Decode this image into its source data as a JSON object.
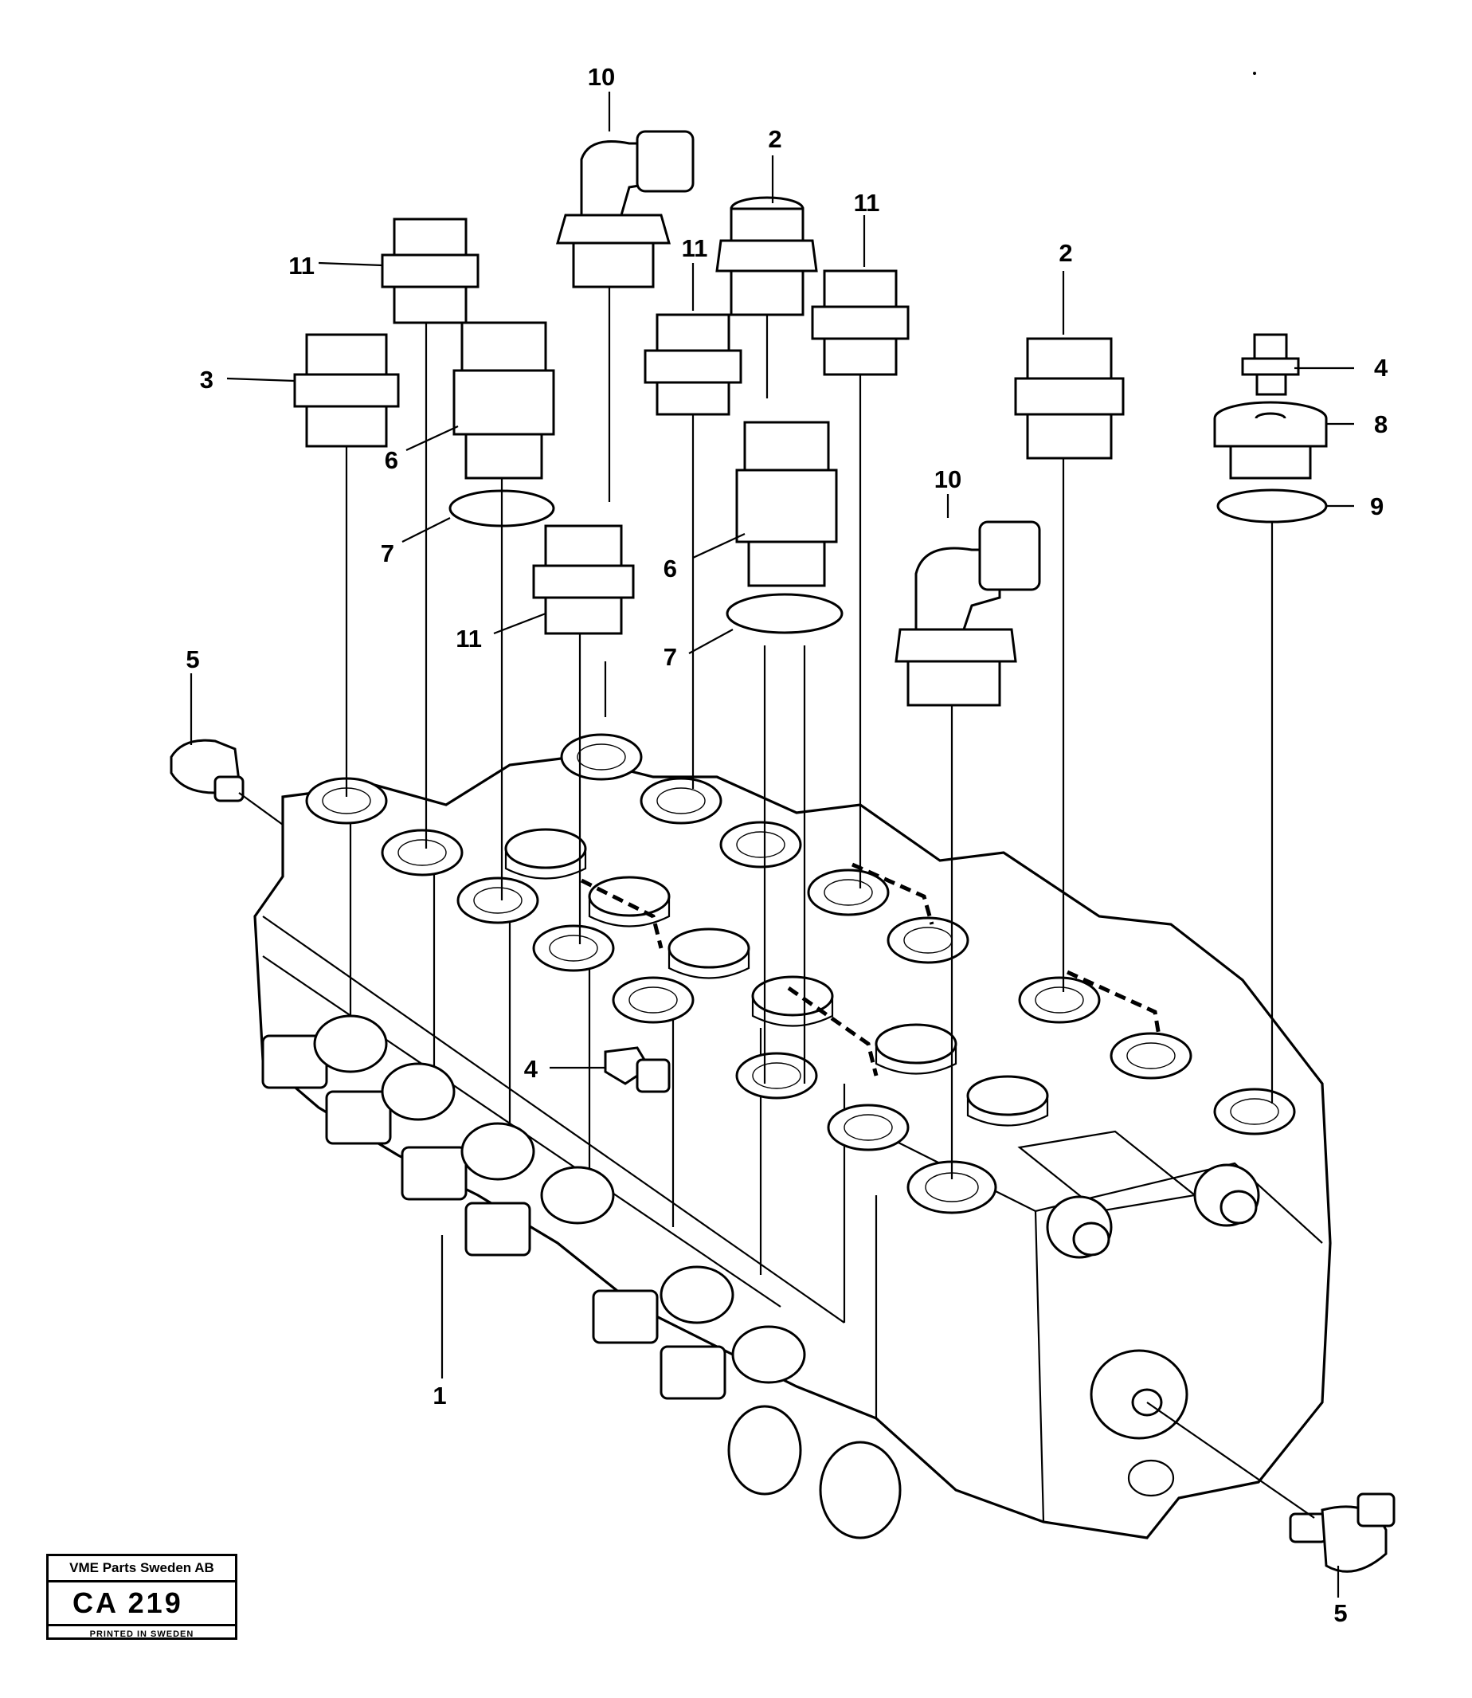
{
  "callouts": [
    {
      "id": "c10a",
      "text": "10"
    },
    {
      "id": "c2a",
      "text": "2"
    },
    {
      "id": "c11a",
      "text": "11"
    },
    {
      "id": "c11b",
      "text": "11"
    },
    {
      "id": "c11c",
      "text": "11"
    },
    {
      "id": "c3",
      "text": "3"
    },
    {
      "id": "c6a",
      "text": "6"
    },
    {
      "id": "c7a",
      "text": "7"
    },
    {
      "id": "c11d",
      "text": "11"
    },
    {
      "id": "c6b",
      "text": "6"
    },
    {
      "id": "c7b",
      "text": "7"
    },
    {
      "id": "c10b",
      "text": "10"
    },
    {
      "id": "c2b",
      "text": "2"
    },
    {
      "id": "c4a",
      "text": "4"
    },
    {
      "id": "c8",
      "text": "8"
    },
    {
      "id": "c9",
      "text": "9"
    },
    {
      "id": "c5a",
      "text": "5"
    },
    {
      "id": "c4b",
      "text": "4"
    },
    {
      "id": "c1",
      "text": "1"
    },
    {
      "id": "c5b",
      "text": "5"
    }
  ],
  "stamp": {
    "company": "VME Parts Sweden AB",
    "code": "CA 219",
    "printed": "PRINTED IN SWEDEN"
  }
}
